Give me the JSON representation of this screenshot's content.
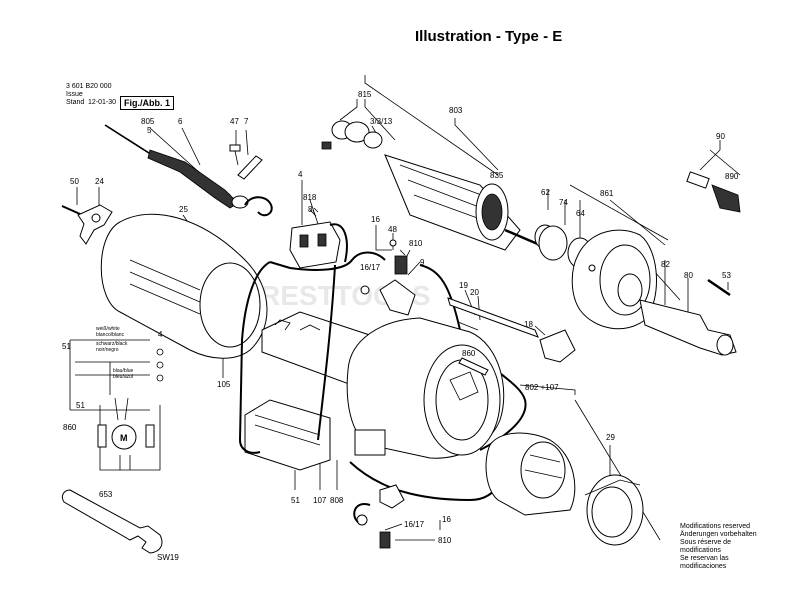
{
  "title": "Illustration - Type - E",
  "header": {
    "part_number": "3 601 B20 000",
    "issue_label": "Issue",
    "stand_label": "Stand",
    "date": "12-01-30",
    "figure_label": "Fig./Abb. 1"
  },
  "watermark": "RESTTOOLS",
  "notes": [
    "Modifications reserved",
    "Änderungen vorbehalten",
    "Sous réserve de",
    "modifications",
    "Se reservan las",
    "modificaciones"
  ],
  "wiring_labels": [
    "weiß/white",
    "blanco/blanc",
    "schwarz/black",
    "noir/negro",
    "blau/blue",
    "bleu/azul"
  ],
  "callouts": {
    "c815": "815",
    "c803": "803",
    "c805": "805",
    "c5": "5",
    "c6": "6",
    "c47": "47",
    "c7": "7",
    "c3313": "3/3/13",
    "c90": "90",
    "c890": "890",
    "c835": "835",
    "c50": "50",
    "c24": "24",
    "c25": "25",
    "c4": "4",
    "c818": "818",
    "c8": "8",
    "c16": "16",
    "c48": "48",
    "c810": "810",
    "c1617": "16/17",
    "c9": "9",
    "c62": "62",
    "c74": "74",
    "c64": "64",
    "c861": "861",
    "c82": "82",
    "c80": "80",
    "c53": "53",
    "c19": "19",
    "c20": "20",
    "c18": "18",
    "c860": "860",
    "c802": "802 +107",
    "c51": "51",
    "c4b": "4",
    "c51b": "51",
    "c860b": "860",
    "c105": "105",
    "c29": "29",
    "c653": "653",
    "csw19": "SW19",
    "c51c": "51",
    "c107": "107",
    "c808": "808",
    "c16b": "16",
    "c1617b": "16/17",
    "c810b": "810"
  }
}
